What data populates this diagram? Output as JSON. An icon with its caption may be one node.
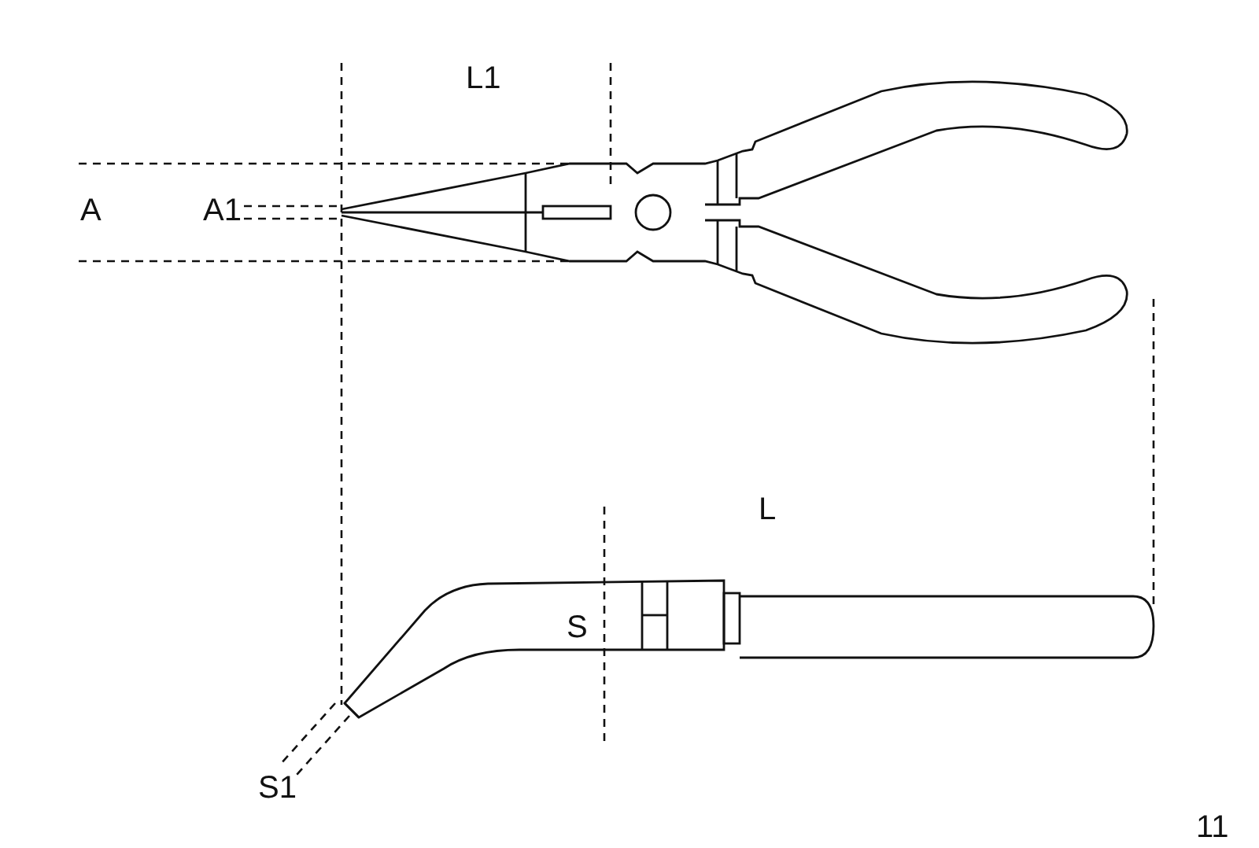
{
  "diagram": {
    "labels": [
      "L1",
      "A",
      "A1",
      "L",
      "S",
      "S1",
      "11"
    ]
  }
}
